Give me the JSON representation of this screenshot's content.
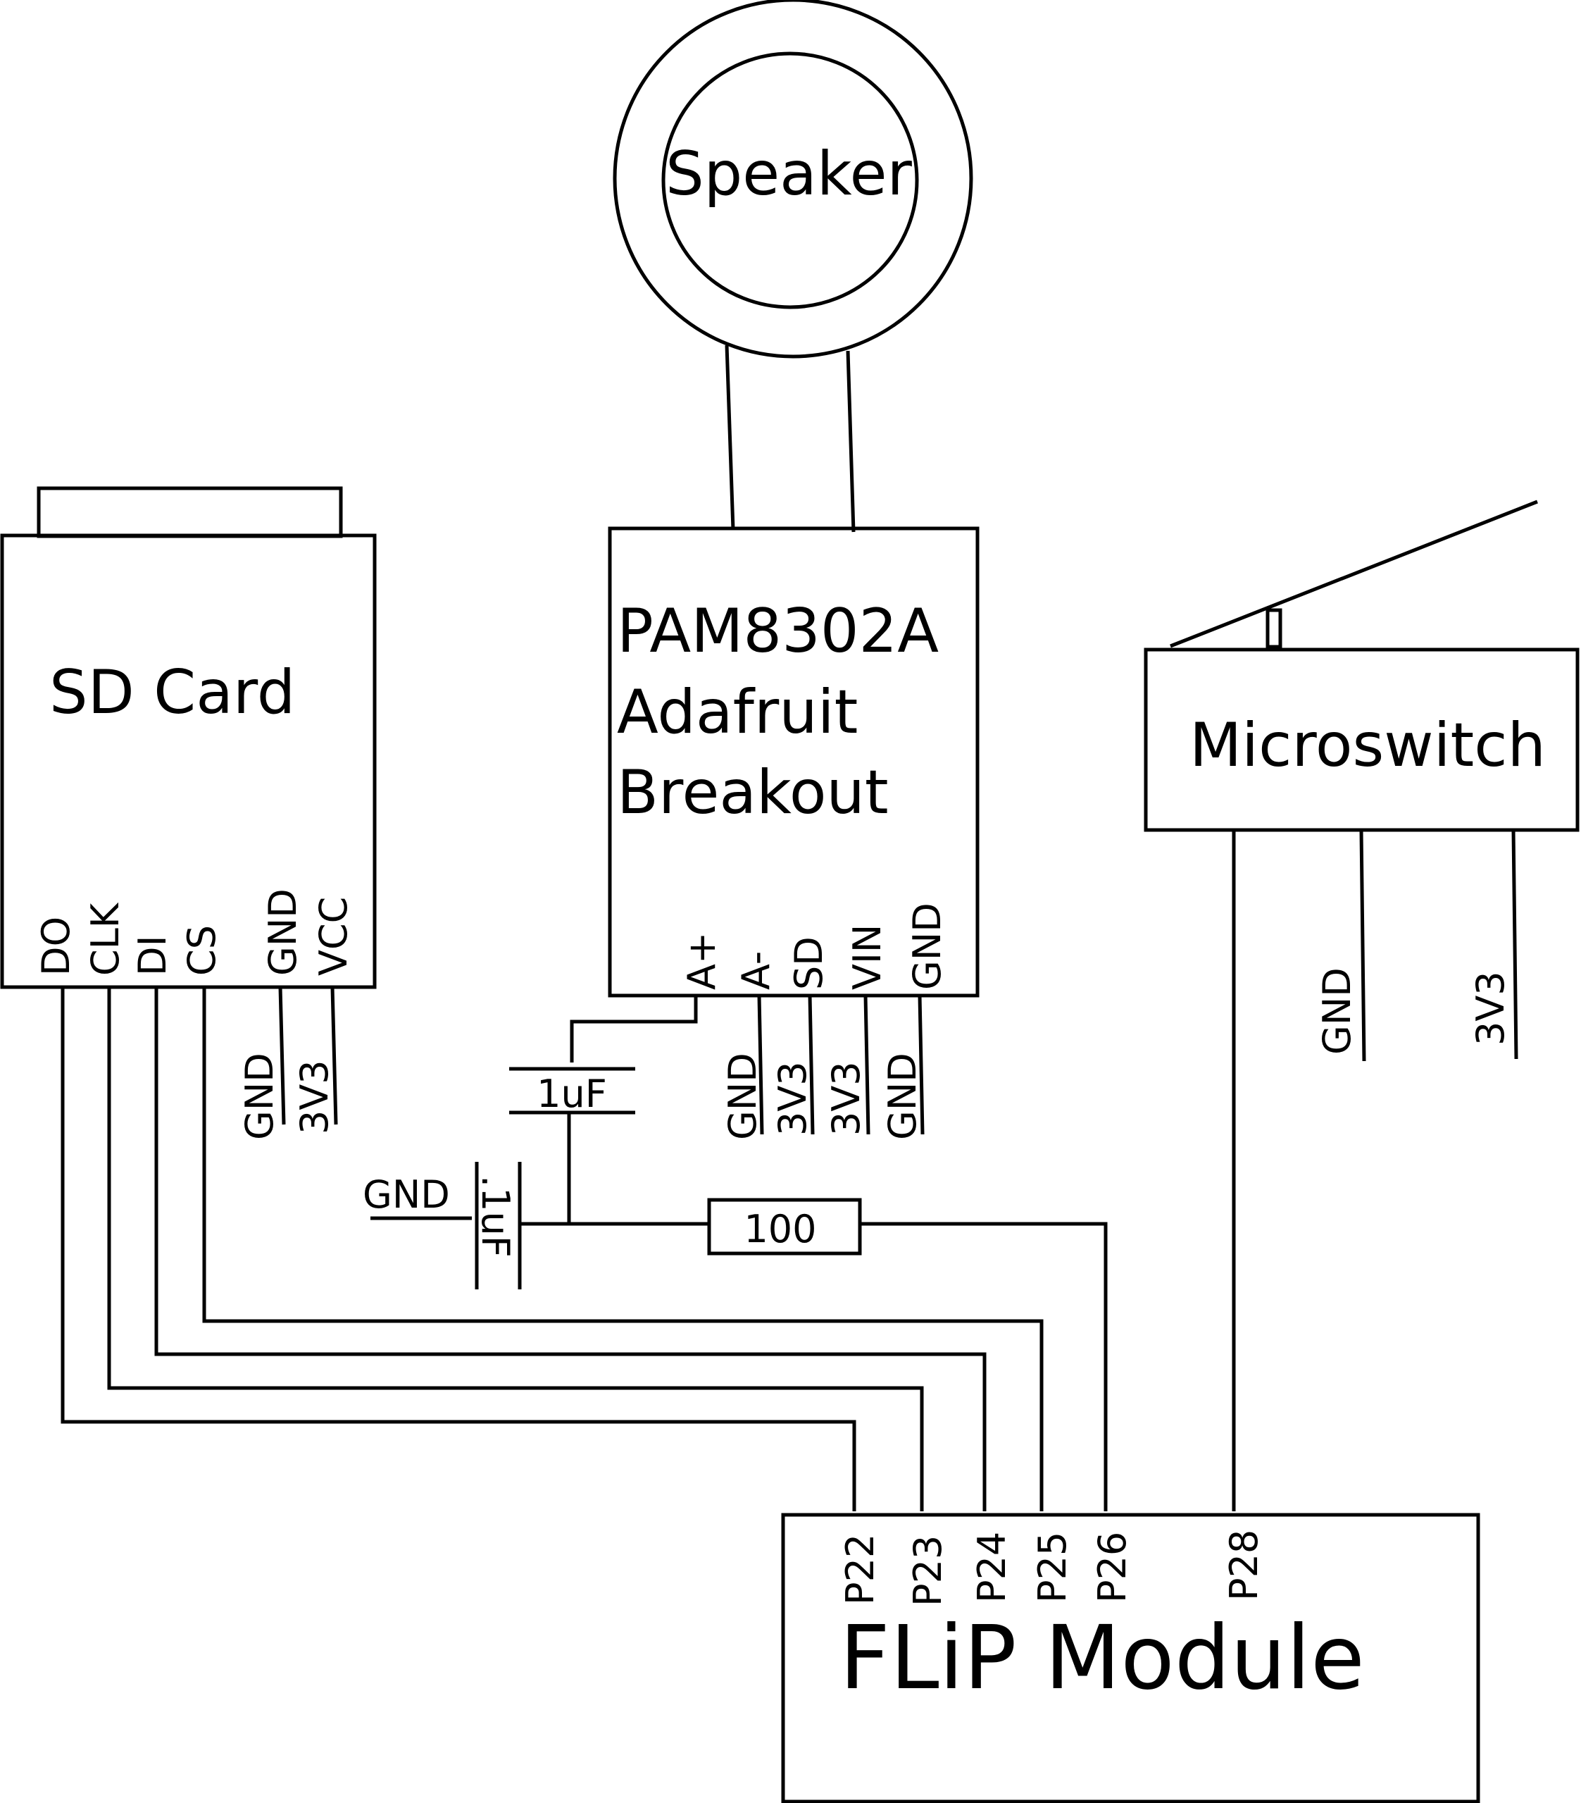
{
  "speaker": {
    "label": "Speaker"
  },
  "sd_card": {
    "label": "SD Card",
    "pins": [
      "DO",
      "CLK",
      "DI",
      "CS",
      "GND",
      "VCC"
    ],
    "supply": [
      "GND",
      "3V3"
    ]
  },
  "amp": {
    "label_lines": [
      "PAM8302A",
      "Adafruit",
      "Breakout"
    ],
    "pins": [
      "A+",
      "A-",
      "SD",
      "VIN",
      "GND"
    ],
    "supply": [
      "GND",
      "3V3",
      "3V3",
      "GND"
    ]
  },
  "microswitch": {
    "label": "Microswitch",
    "pins": [
      "GND",
      "3V3"
    ]
  },
  "capacitor_1uf": {
    "label": "1uF"
  },
  "capacitor_01uf": {
    "label": ".1uF",
    "ground": "GND"
  },
  "resistor": {
    "label": "100"
  },
  "flip": {
    "label": "FLiP Module",
    "pins": [
      "P22",
      "P23",
      "P24",
      "P25",
      "P26",
      "P28"
    ]
  }
}
